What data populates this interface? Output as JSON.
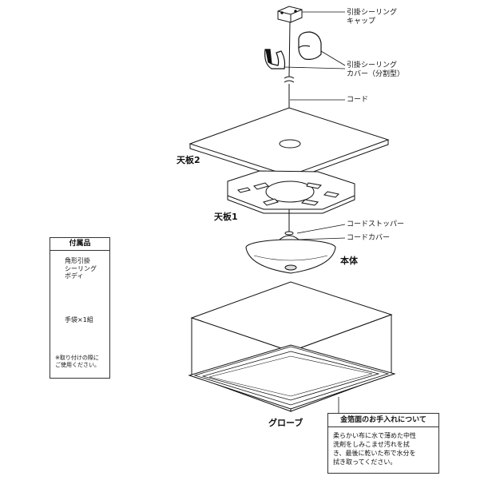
{
  "labels": {
    "ceiling_cap_1": "引掛シーリング",
    "ceiling_cap_2": "キャップ",
    "ceiling_cover_1": "引掛シーリング",
    "ceiling_cover_2": "カバー（分割型）",
    "cord": "コード",
    "top_board_2": "天板2",
    "top_board_1": "天板1",
    "cord_stopper": "コードストッパー",
    "cord_cover": "コードカバー",
    "body": "本体",
    "globe": "グローブ"
  },
  "accessories": {
    "title": "付属品",
    "item1_line1": "角形引掛",
    "item1_line2": "シーリング",
    "item1_line3": "ボディ",
    "item2": "手袋×1組",
    "note_line1": "※取り付けの際に",
    "note_line2": "ご使用ください。"
  },
  "care": {
    "title": "金箔面のお手入れについて",
    "line1": "柔らかい布に水で薄めた中性",
    "line2": "洗剤をしみこませ汚れを拭",
    "line3": "き、最後に乾いた布で水分を",
    "line4": "拭き取ってください。"
  }
}
